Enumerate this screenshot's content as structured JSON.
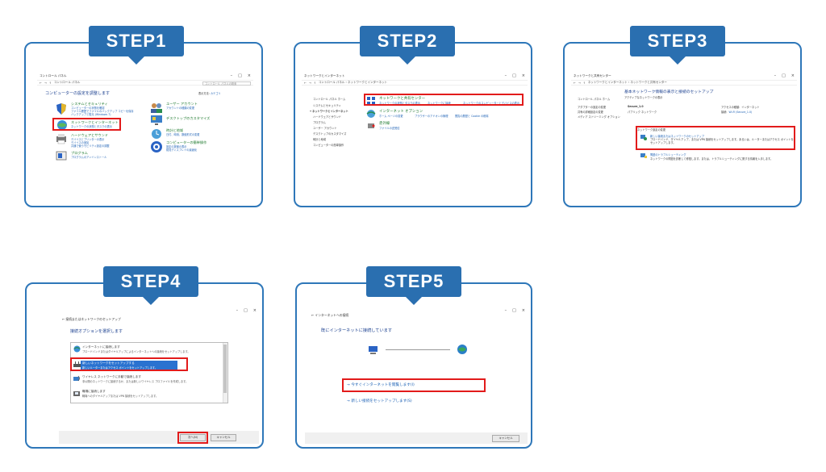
{
  "steps": [
    {
      "label": "STEP1",
      "window": {
        "title": "コントロール パネル",
        "address": "コントロール パネル",
        "search": "コントロール パネルの検索",
        "heading": "コンピューターの設定を調整します",
        "view_label": "表示方法:",
        "view_value": "カテゴリ",
        "categories": [
          {
            "name": "システムとセキュリティ",
            "links": [
              "コンピューターの状態を確認",
              "ファイル履歴でファイルのバックアップ コピーを保存",
              "バックアップと復元 (Windows 7)"
            ],
            "icon": "shield-icon"
          },
          {
            "name": "ネットワークとインターネット",
            "links": [
              "ネットワークの状態とタスクの表示"
            ],
            "icon": "network-globe-icon"
          },
          {
            "name": "ハードウェアとサウンド",
            "links": [
              "デバイスとプリンターの表示",
              "デバイスの追加",
              "共通で使うモビリティ設定の調整"
            ],
            "icon": "printer-icon"
          },
          {
            "name": "プログラム",
            "links": [
              "プログラムのアンインストール"
            ],
            "icon": "programs-icon"
          },
          {
            "name": "ユーザー アカウント",
            "links": [
              "アカウントの種類の変更"
            ],
            "icon": "users-icon"
          },
          {
            "name": "デスクトップのカスタマイズ",
            "links": [],
            "icon": "desktop-icon"
          },
          {
            "name": "時計と地域",
            "links": [
              "日付、時刻、数値形式の変更"
            ],
            "icon": "clock-icon"
          },
          {
            "name": "コンピューターの簡単操作",
            "links": [
              "設定の提案の表示",
              "視覚ディスプレイの最適化"
            ],
            "icon": "ease-of-access-icon"
          }
        ]
      }
    },
    {
      "label": "STEP2",
      "window": {
        "title": "ネットワークとインターネット",
        "address": "コントロール パネル › ネットワークとインターネット",
        "sidebar": [
          "コントロール パネル ホーム",
          "システムとセキュリティ",
          "ネットワークとインターネット",
          "ハードウェアとサウンド",
          "プログラム",
          "ユーザー アカウント",
          "デスクトップのカスタマイズ",
          "時計と地域",
          "コンピューターの簡単操作"
        ],
        "items": [
          {
            "name": "ネットワークと共有センター",
            "links": [
              "ネットワークの状態とタスクの表示",
              "ネットワークに接続",
              "ネットワークのコンピューターとデバイスの表示"
            ],
            "icon": "network-share-icon"
          },
          {
            "name": "インターネット オプション",
            "links": [
              "ホーム ページの変更",
              "ブラウザーのアドオンの管理",
              "閲覧の履歴と Cookie の削除"
            ],
            "icon": "internet-options-icon"
          },
          {
            "name": "赤外線",
            "links": [
              "ファイルの送受信"
            ],
            "icon": "infrared-icon"
          }
        ]
      }
    },
    {
      "label": "STEP3",
      "window": {
        "title": "ネットワークと共有センター",
        "address": "ネットワークとインターネット › ネットワークと共有センター",
        "heading": "基本ネットワーク情報の表示と接続のセットアップ",
        "sidebar": [
          "コントロール パネル ホーム",
          "アダプターの設定の変更",
          "共有の詳細設定の変更",
          "メディア ストリーミング オプション"
        ],
        "active_label": "アクティブなネットワークの表示",
        "network_name": "Secure_1.0",
        "network_type": "パブリック ネットワーク",
        "access_type_label": "アクセスの種類:",
        "access_type_value": "インターネット",
        "connections_label": "接続:",
        "connections_value": "Wi-Fi (Secure_1.0)",
        "change_label": "ネットワーク設定の変更",
        "setup_title": "新しい接続またはネットワークのセットアップ",
        "setup_desc": "ブロードバンド、ダイヤルアップ、または VPN 接続をセットアップします。あるいは、ルーターまたはアクセス ポイントをセットアップします。",
        "trouble_title": "問題のトラブルシューティング",
        "trouble_desc": "ネットワークの問題を診断して修復します。または、トラブルシューティングに関する情報を入手します。"
      }
    },
    {
      "label": "STEP4",
      "window": {
        "title": "接続またはネットワークのセットアップ",
        "heading": "接続オプションを選択します",
        "options": [
          {
            "title": "インターネットに接続します",
            "desc": "ブロードバンドまたはダイヤルアップによるインターネットへの接続をセットアップします。"
          },
          {
            "title": "新しいネットワークをセットアップする",
            "desc": "新しいルーターまたはアクセス ポイントをセットアップします。"
          },
          {
            "title": "ワイヤレス ネットワークに手動で接続します",
            "desc": "非公開のネットワークに接続するか、または新しいワイヤレス プロファイルを作成します。"
          },
          {
            "title": "職場に接続します",
            "desc": "職場へのダイヤルアップまたは VPN 接続をセットアップします。"
          }
        ],
        "next_button": "次へ(N)",
        "cancel_button": "キャンセル"
      }
    },
    {
      "label": "STEP5",
      "window": {
        "title": "インターネットへの接続",
        "heading": "既にインターネットに接続しています",
        "browse_link": "今すぐインターネットを閲覧します(I)",
        "new_link": "新しい接続をセットアップします(S)",
        "cancel_button": "キャンセル"
      }
    }
  ],
  "colors": {
    "accent": "#2a6fb0",
    "frame": "#2e77b9",
    "highlight": "#e21b1b",
    "link": "#1a5fb4"
  }
}
